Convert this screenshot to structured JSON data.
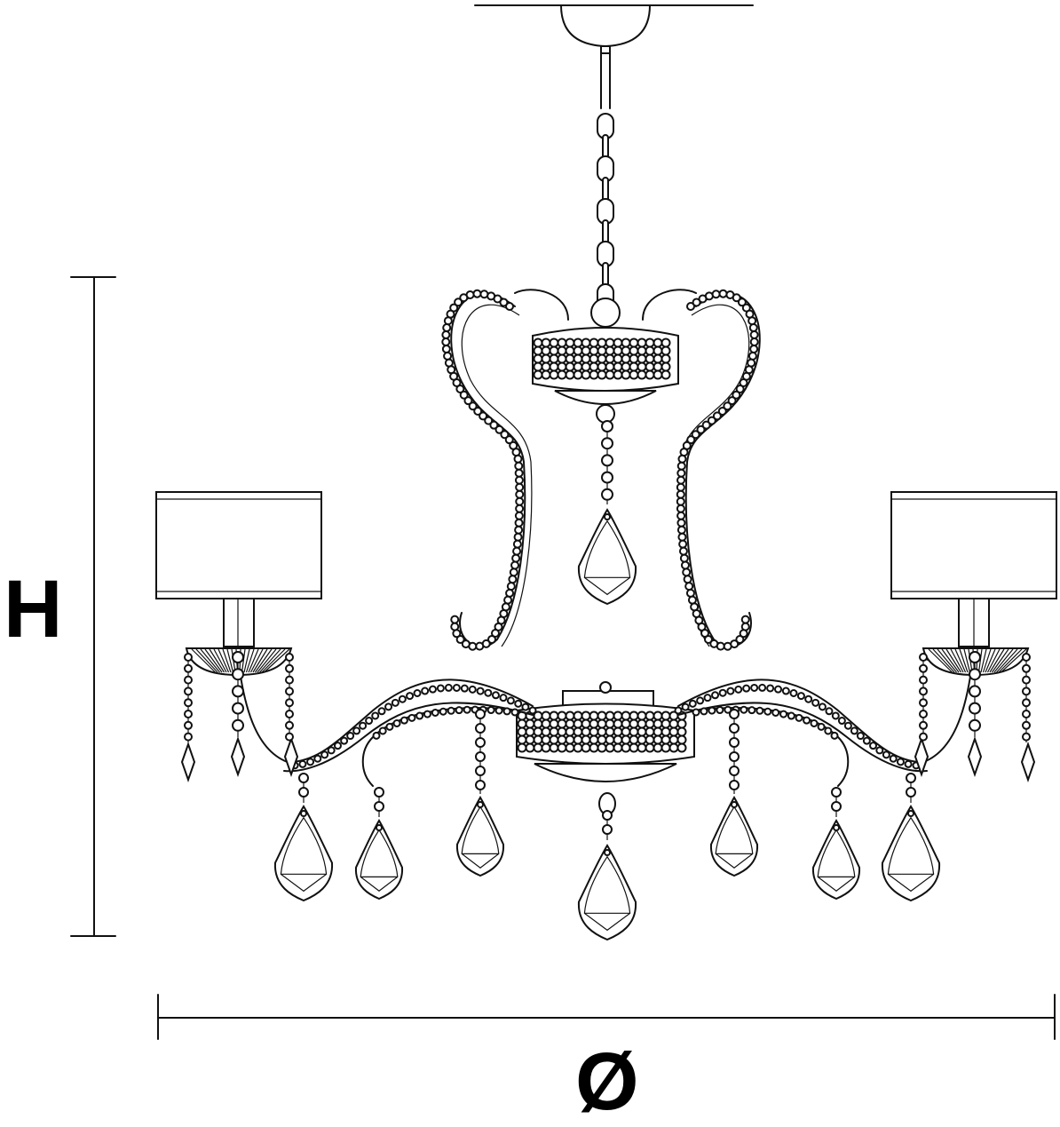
{
  "diagram": {
    "height_label": "H",
    "diameter_label": "Ø",
    "subject": "chandelier-line-drawing",
    "line_color": "#111111",
    "background": "#ffffff"
  }
}
